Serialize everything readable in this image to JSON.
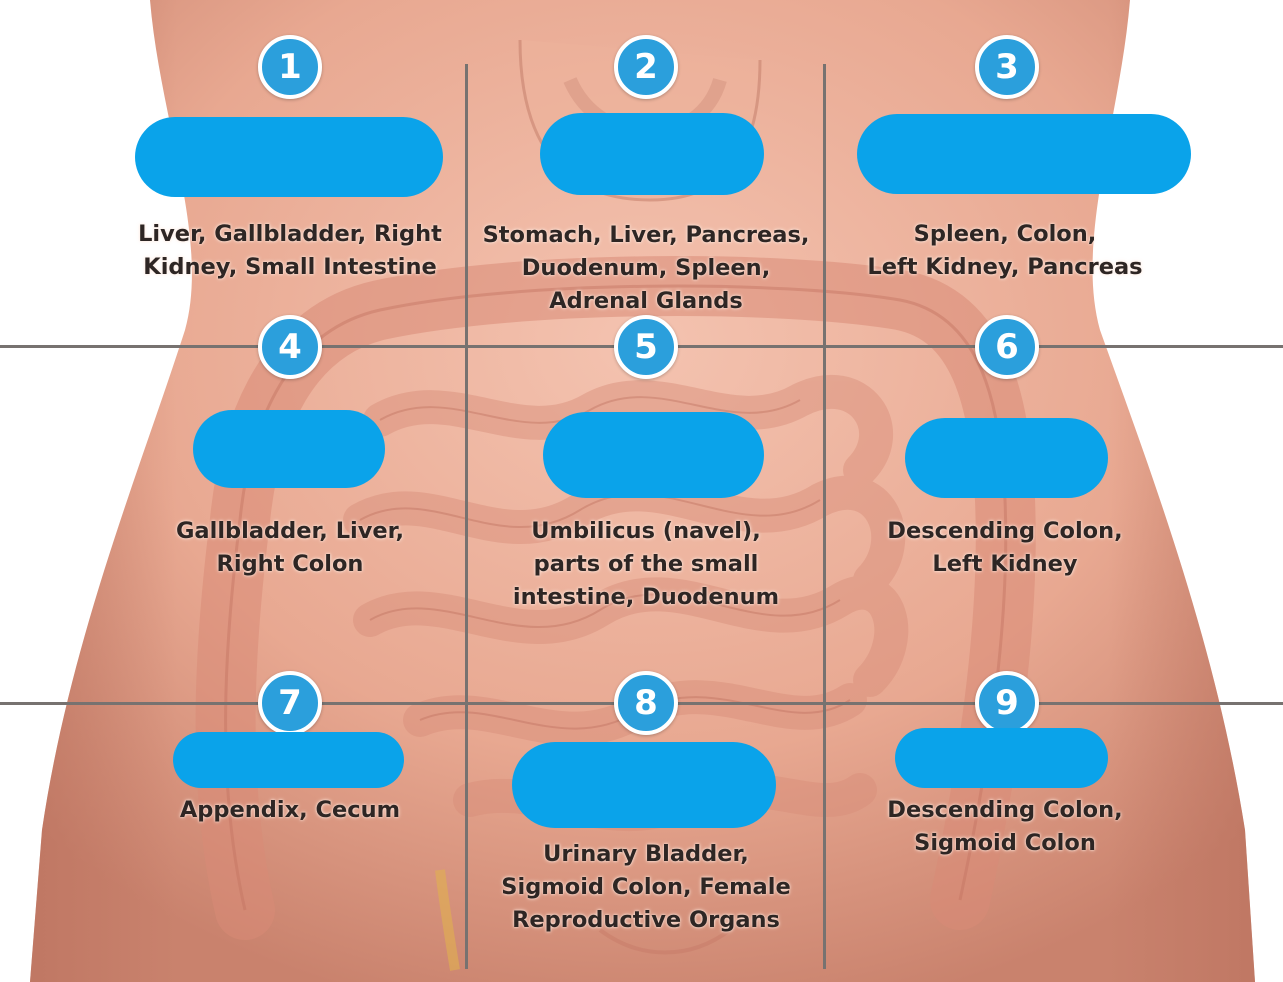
{
  "regions": [
    {
      "number": "1",
      "organs": [
        "Liver, Gallbladder, Right",
        "Kidney, Small Intestine"
      ]
    },
    {
      "number": "2",
      "organs": [
        "Stomach, Liver, Pancreas,",
        "Duodenum, Spleen,",
        "Adrenal Glands"
      ]
    },
    {
      "number": "3",
      "organs": [
        "Spleen, Colon,",
        "Left Kidney, Pancreas"
      ]
    },
    {
      "number": "4",
      "organs": [
        "Gallbladder, Liver,",
        "Right Colon"
      ]
    },
    {
      "number": "5",
      "organs": [
        "Umbilicus (navel),",
        "parts of the small",
        "intestine, Duodenum"
      ]
    },
    {
      "number": "6",
      "organs": [
        "Descending Colon,",
        "Left Kidney"
      ]
    },
    {
      "number": "7",
      "organs": [
        "Appendix, Cecum"
      ]
    },
    {
      "number": "8",
      "organs": [
        "Urinary Bladder,",
        "Sigmoid Colon, Female",
        "Reproductive Organs"
      ]
    },
    {
      "number": "9",
      "organs": [
        "Descending Colon,",
        "Sigmoid Colon"
      ]
    }
  ],
  "colors": {
    "badge": "#2b9fdc",
    "redaction": "#0aa3ea",
    "grid_line": "#777270",
    "skin": "#e6a58f"
  }
}
